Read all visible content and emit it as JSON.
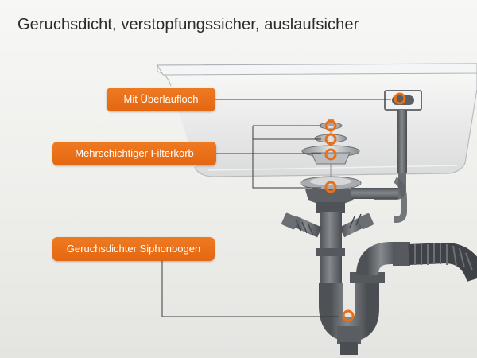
{
  "headline": "Geruchsdicht, verstopfungssicher, auslaufsicher",
  "labels": {
    "overflow": "Mit Überlaufloch",
    "filter_basket": "Mehrschichtiger Filterkorb",
    "siphon": "Geruchsdichter Siphonbogen"
  },
  "colors": {
    "accent": "#e8701a",
    "pipe": "#6b6e72",
    "sink_glass": "#d6d8da",
    "headline_text": "#2b2b2b"
  }
}
